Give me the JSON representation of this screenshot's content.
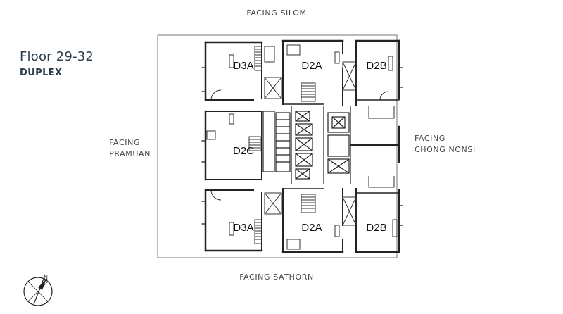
{
  "header": {
    "title": "Floor 29-32",
    "subtitle": "DUPLEX"
  },
  "facings": {
    "north": "FACING SILOM",
    "south": "FACING SATHORN",
    "west": [
      "FACING",
      "PRAMUAN"
    ],
    "east": [
      "FACING",
      "CHONG NONSI"
    ]
  },
  "units": {
    "top_left": "D3A",
    "top_mid": "D2A",
    "top_right": "D2B",
    "mid_left": "D2C",
    "bottom_left": "D3A",
    "bottom_mid": "D2A",
    "bottom_right": "D2B"
  },
  "compass": {
    "label": "N"
  },
  "colors": {
    "title": "#2b3d4f",
    "wall": "#222222",
    "facing_text": "#444444"
  }
}
